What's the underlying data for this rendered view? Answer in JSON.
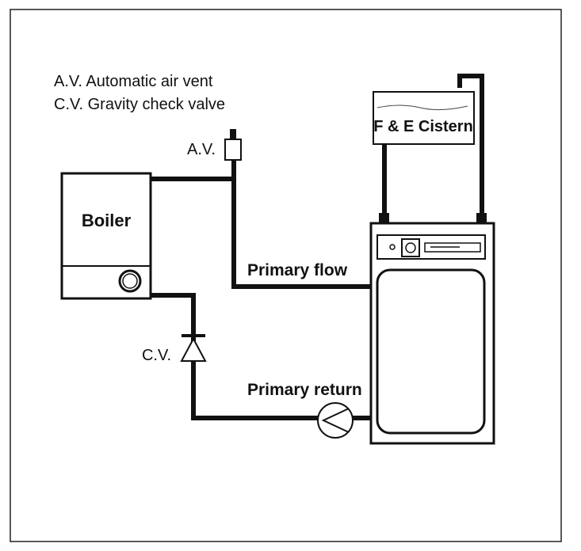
{
  "legend": {
    "line1": "A.V. Automatic air vent",
    "line2": "C.V. Gravity check valve"
  },
  "labels": {
    "av": "A.V.",
    "cv": "C.V.",
    "boiler": "Boiler",
    "cistern": "F & E Cistern",
    "primary_flow": "Primary flow",
    "primary_return": "Primary return"
  },
  "colors": {
    "line": "#111111",
    "background": "#ffffff"
  }
}
